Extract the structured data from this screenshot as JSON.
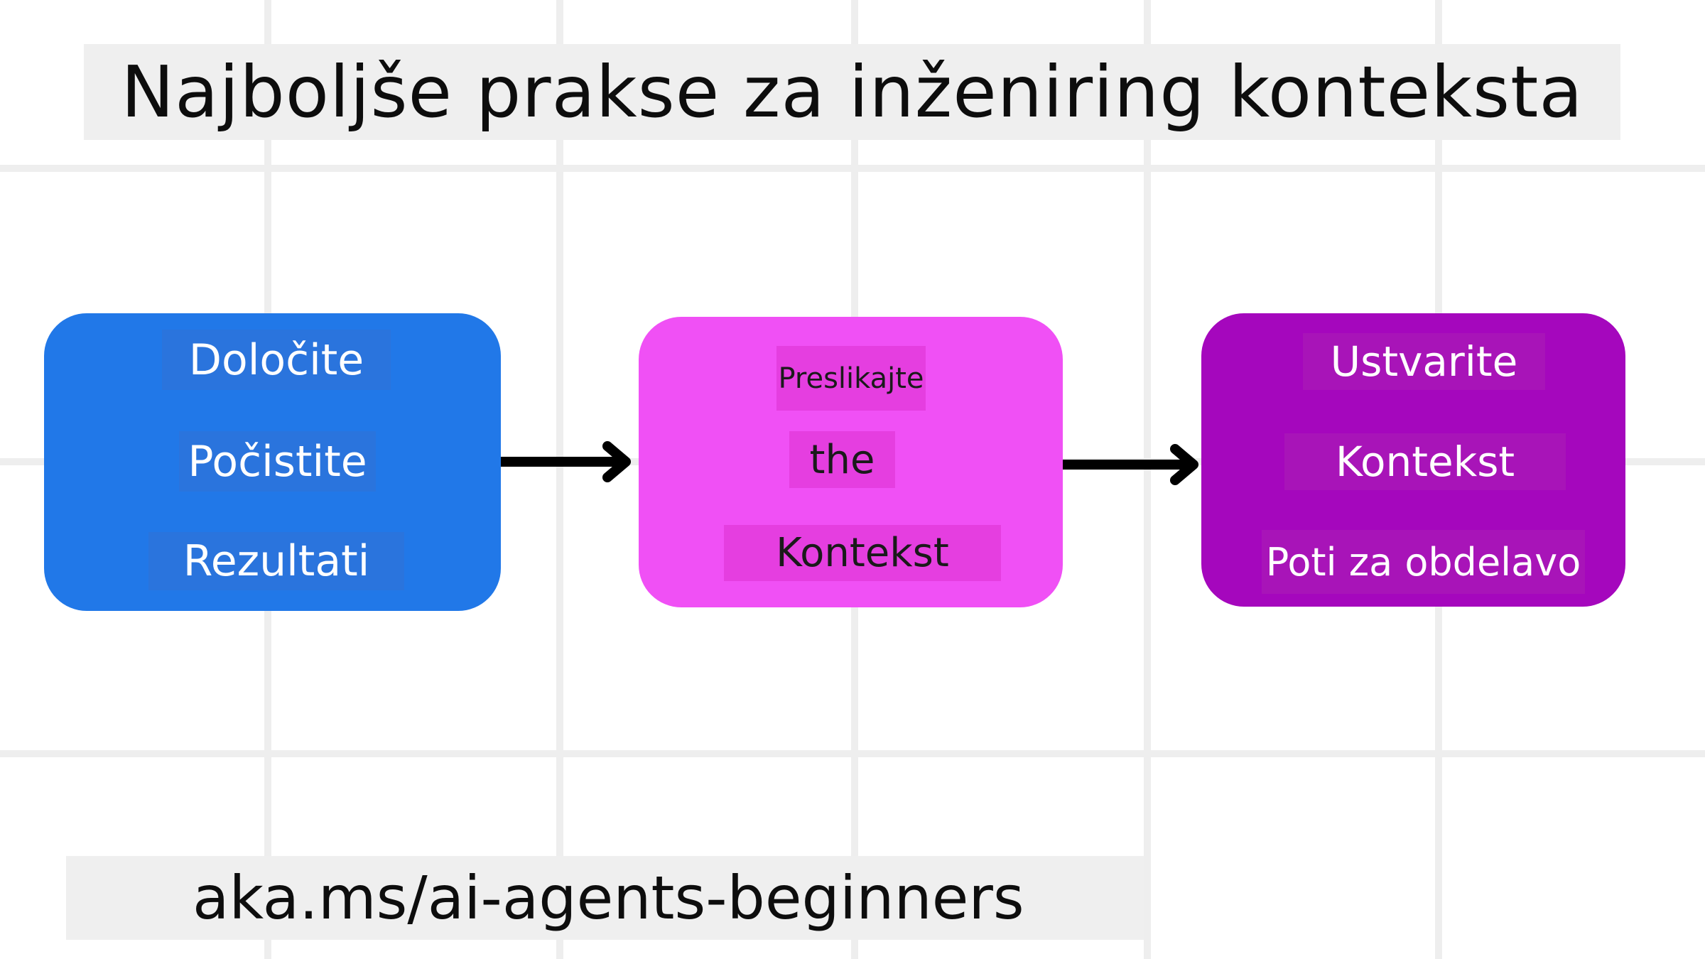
{
  "title": "Najboljše prakse za inženiring konteksta",
  "colors": {
    "step_1": "#2178e8",
    "step_2": "#f050f5",
    "step_3": "#a507bd",
    "arrow": "#000000",
    "grid": "#eeeeee"
  },
  "steps": [
    {
      "lines": [
        "Določite",
        "Počistite",
        "Rezultati"
      ]
    },
    {
      "lines": [
        "Preslikajte",
        "the",
        "Kontekst"
      ]
    },
    {
      "lines": [
        "Ustvarite",
        "Kontekst",
        "Poti za obdelavo"
      ]
    }
  ],
  "footer": {
    "url": "aka.ms/ai-agents-beginners"
  }
}
